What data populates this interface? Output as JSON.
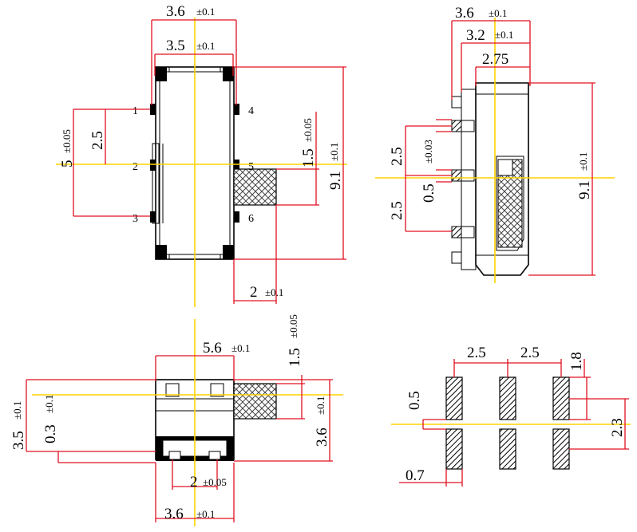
{
  "top_view": {
    "dim_width_total": "3.6",
    "tol_width_total": "±0.1",
    "dim_width_inner": "3.5",
    "tol_width_inner": "±0.1",
    "dim_pin_span": "5",
    "tol_pin_span": "±0.05",
    "dim_pin_pitch": "2.5",
    "dim_lever_width": "1.5",
    "tol_lever_width": "±0.05",
    "dim_height": "9.1",
    "tol_height": "±0.1",
    "dim_lever_length": "2",
    "tol_lever_length": "±0.1",
    "pins": [
      "1",
      "2",
      "3",
      "4",
      "5",
      "6"
    ]
  },
  "side_view": {
    "dim_total": "3.6",
    "tol_total": "±0.1",
    "dim_mid": "3.2",
    "tol_mid": "±0.1",
    "dim_body": "2.75",
    "dim_pitch_top": "2.5",
    "dim_pin_width": "0.5",
    "tol_pin_width": "±0.03",
    "dim_pitch_bottom": "2.5",
    "dim_height": "9.1",
    "tol_height": "±0.1"
  },
  "front_view": {
    "dim_width": "5.6",
    "tol_width": "±0.1",
    "dim_lever_h": "1.5",
    "tol_lever_h": "±0.05",
    "dim_height": "3.5",
    "tol_height": "±0.1",
    "dim_standoff": "0.3",
    "tol_standoff": "±0.1",
    "dim_depth": "3.6",
    "tol_depth": "±0.1",
    "dim_slot": "2",
    "tol_slot": "±0.05",
    "dim_base": "3.6",
    "tol_base": "±0.1"
  },
  "pad_layout": {
    "dim_pitch_1": "2.5",
    "dim_pitch_2": "2.5",
    "dim_pad_len": "1.8",
    "dim_gap": "0.5",
    "dim_row_span": "2.3",
    "dim_pad_width": "0.7"
  }
}
